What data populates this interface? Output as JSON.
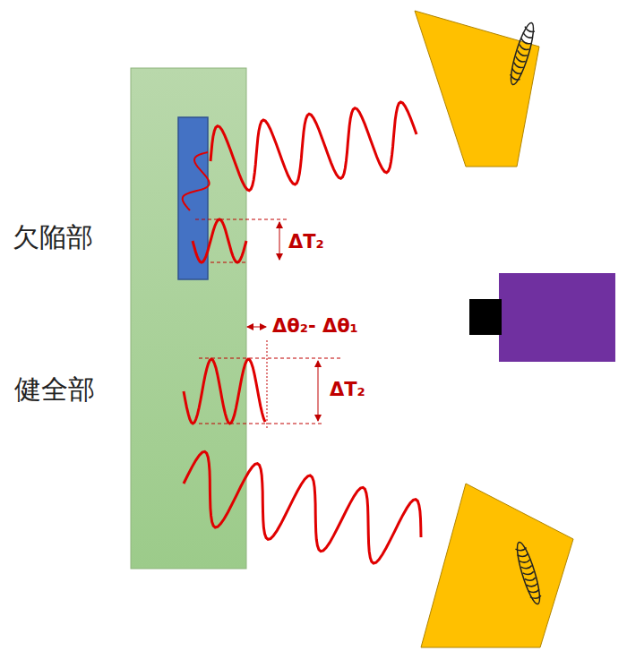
{
  "diagram": {
    "labels": [
      "欠陥部",
      "ΔT₂",
      "Δθ₂- Δθ₁",
      "健全部",
      "ΔT₂"
    ]
  }
}
